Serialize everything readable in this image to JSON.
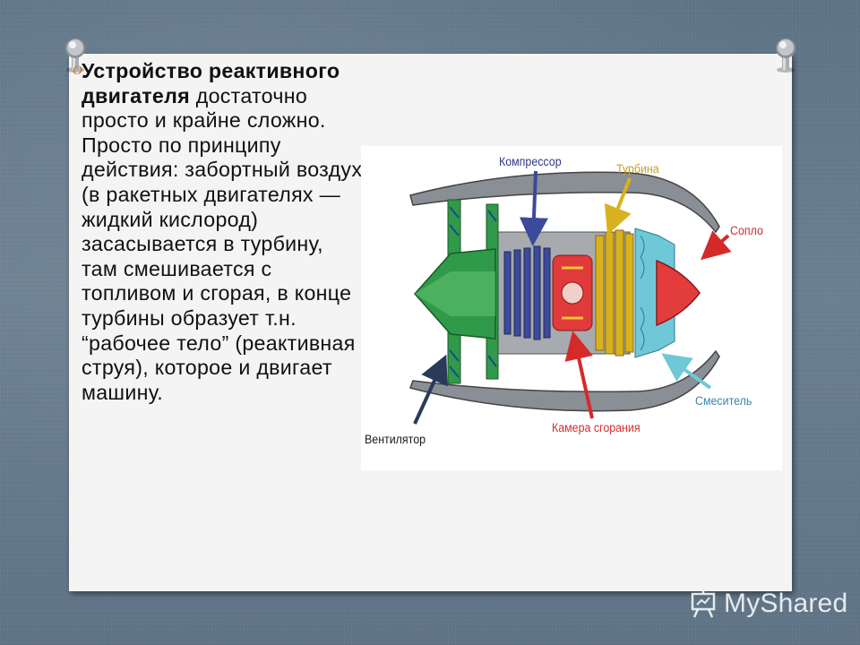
{
  "slide": {
    "bullet_glyph": "O",
    "text_lead": "Устройство реактивного двигателя",
    "text_body": " достаточно просто и крайне сложно. Просто по принципу действия: забортный воздух (в ракетных двигателях — жидкий кислород) засасывается в турбину, там смешивается с топливом и сгорая, в конце турбины образует т.н. “рабочее тело” (реактивная струя), которое и двигает машину."
  },
  "diagram": {
    "labels": {
      "compressor": "Компрессор",
      "turbine": "Турбина",
      "nozzle": "Сопло",
      "mixer": "Смеситель",
      "combustion_chamber": "Камера сгорания",
      "fan": "Вентилятор"
    },
    "colors": {
      "casing": "#7a7f86",
      "fan": "#2f9a4a",
      "compressor": "#3b4a9a",
      "combustion": "#e03a3a",
      "turbine": "#d8b21e",
      "mixer": "#6fc8d8",
      "nozzle_cone": "#e23c3c"
    }
  },
  "watermark": {
    "text": "MyShared"
  }
}
